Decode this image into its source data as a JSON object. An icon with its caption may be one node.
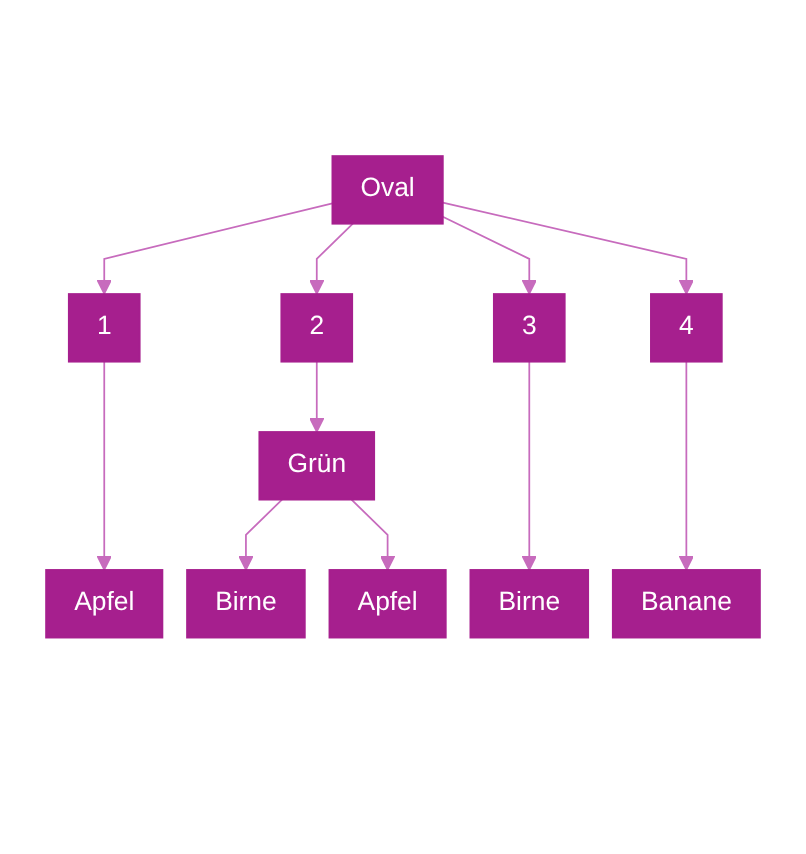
{
  "diagram": {
    "nodes": [
      {
        "text": [
          "Oval"
        ]
      },
      {
        "text": [
          "1"
        ]
      },
      {
        "text": [
          "2"
        ]
      },
      {
        "text": [
          "3"
        ]
      },
      {
        "text": [
          "4"
        ]
      },
      {
        "text": [
          "Grün"
        ]
      },
      {
        "text": [
          "Apfel"
        ]
      },
      {
        "text": [
          "Birne"
        ]
      },
      {
        "text": [
          "Apfel"
        ]
      },
      {
        "text": [
          "Birne"
        ]
      },
      {
        "text": [
          "Banane"
        ]
      }
    ],
    "edges": [
      {
        "from": 0,
        "to": 1,
        "arrow": "to"
      },
      {
        "from": 0,
        "to": 2,
        "arrow": "to"
      },
      {
        "from": 0,
        "to": 3,
        "arrow": "to"
      },
      {
        "from": 0,
        "to": 4,
        "arrow": "to"
      },
      {
        "from": 1,
        "to": 6,
        "arrow": "to"
      },
      {
        "from": 2,
        "to": 5,
        "arrow": "to"
      },
      {
        "from": 5,
        "to": 7,
        "arrow": "to"
      },
      {
        "from": 5,
        "to": 8,
        "arrow": "to"
      },
      {
        "from": 3,
        "to": 9,
        "arrow": "to"
      },
      {
        "from": 4,
        "to": 10,
        "arrow": "to"
      }
    ]
  }
}
